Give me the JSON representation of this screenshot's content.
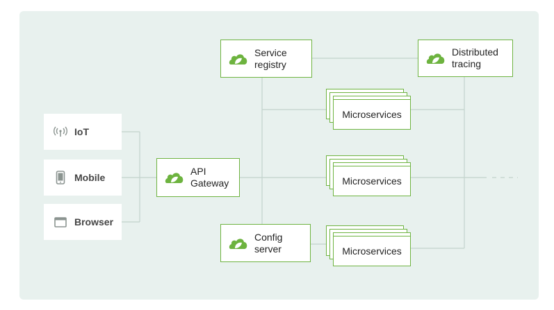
{
  "clients": [
    {
      "label": "IoT",
      "icon": "antenna-icon"
    },
    {
      "label": "Mobile",
      "icon": "mobile-phone-icon"
    },
    {
      "label": "Browser",
      "icon": "browser-window-icon"
    }
  ],
  "gateway": {
    "label": "API\nGateway",
    "icon": "spring-leaf-icon"
  },
  "service_registry": {
    "label": "Service\nregistry",
    "icon": "spring-leaf-icon"
  },
  "config_server": {
    "label": "Config\nserver",
    "icon": "spring-leaf-icon"
  },
  "distributed_tracing": {
    "label": "Distributed\ntracing",
    "icon": "spring-leaf-icon"
  },
  "microservices": [
    {
      "label": "Microservices"
    },
    {
      "label": "Microservices"
    },
    {
      "label": "Microservices"
    }
  ],
  "colors": {
    "accent": "#6db33f",
    "background": "#e8f1ee",
    "line": "#c5d6cf"
  }
}
